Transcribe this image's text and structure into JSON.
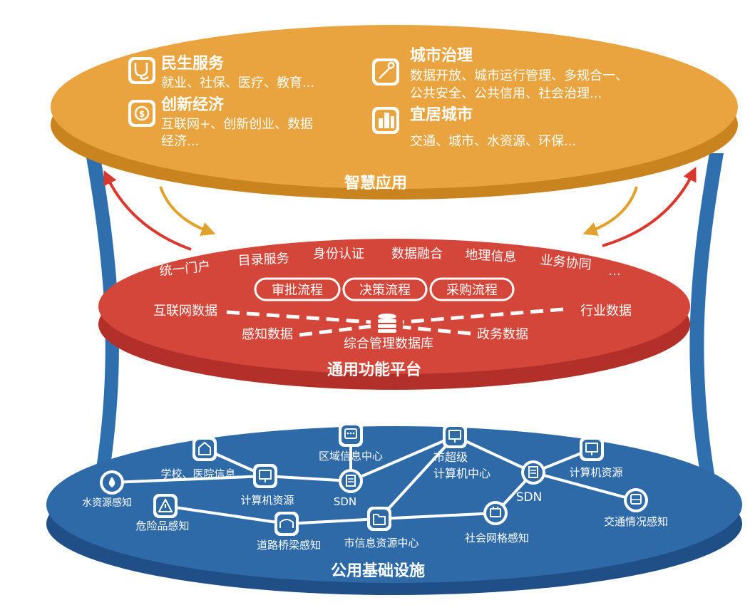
{
  "colors": {
    "orange": "#e9a43f",
    "orange_dark": "#c9841f",
    "red": "#d4453a",
    "red_dark": "#b3302a",
    "blue": "#2e6aa8",
    "blue_dark": "#1f4f86",
    "pillar": "#2f6fad",
    "arrow_red": "#d9382e",
    "arrow_orange": "#e0a12d"
  },
  "top_layer": {
    "title": "智慧应用",
    "items": [
      {
        "icon": "stethoscope-icon",
        "title": "民生服务",
        "lines": [
          "就业、社保、医疗、教育..."
        ]
      },
      {
        "icon": "currency-coin-icon",
        "title": "创新经济",
        "lines": [
          "互联网+、创新创业、数据",
          "经济..."
        ]
      },
      {
        "icon": "wrench-gear-icon",
        "title": "城市治理",
        "lines": [
          "数据开放、城市运行管理、多规合一、",
          "公共安全、公共信用、社会治理..."
        ]
      },
      {
        "icon": "city-buildings-icon",
        "title": "宜居城市",
        "lines": [
          "交通、城市、水资源、环保..."
        ]
      }
    ]
  },
  "middle_layer": {
    "title": "通用功能平台",
    "services": [
      "统一门户",
      "目录服务",
      "身份认证",
      "数据融合",
      "地理信息",
      "业务协同",
      "..."
    ],
    "processes": [
      "审批流程",
      "决策流程",
      "采购流程"
    ],
    "data_sources": {
      "internet": "互联网数据",
      "industry": "行业数据",
      "sensing": "感知数据",
      "government": "政务数据"
    },
    "database_label": "综合管理数据库"
  },
  "bottom_layer": {
    "title": "公用基础设施",
    "nodes": {
      "water": "水资源感知",
      "school": "学校、医院信息",
      "computer1": "计算机资源",
      "regional": "区域信息中心",
      "sdn1": "SDN",
      "super": [
        "市超级",
        "计算机中心"
      ],
      "sdn2": "SDN",
      "computer2": "计算机资源",
      "traffic": "交通情况感知",
      "hazard": "危险品感知",
      "bridge": "道路桥梁感知",
      "city_center": "市信息资源中心",
      "grid": "社会网格感知"
    }
  }
}
